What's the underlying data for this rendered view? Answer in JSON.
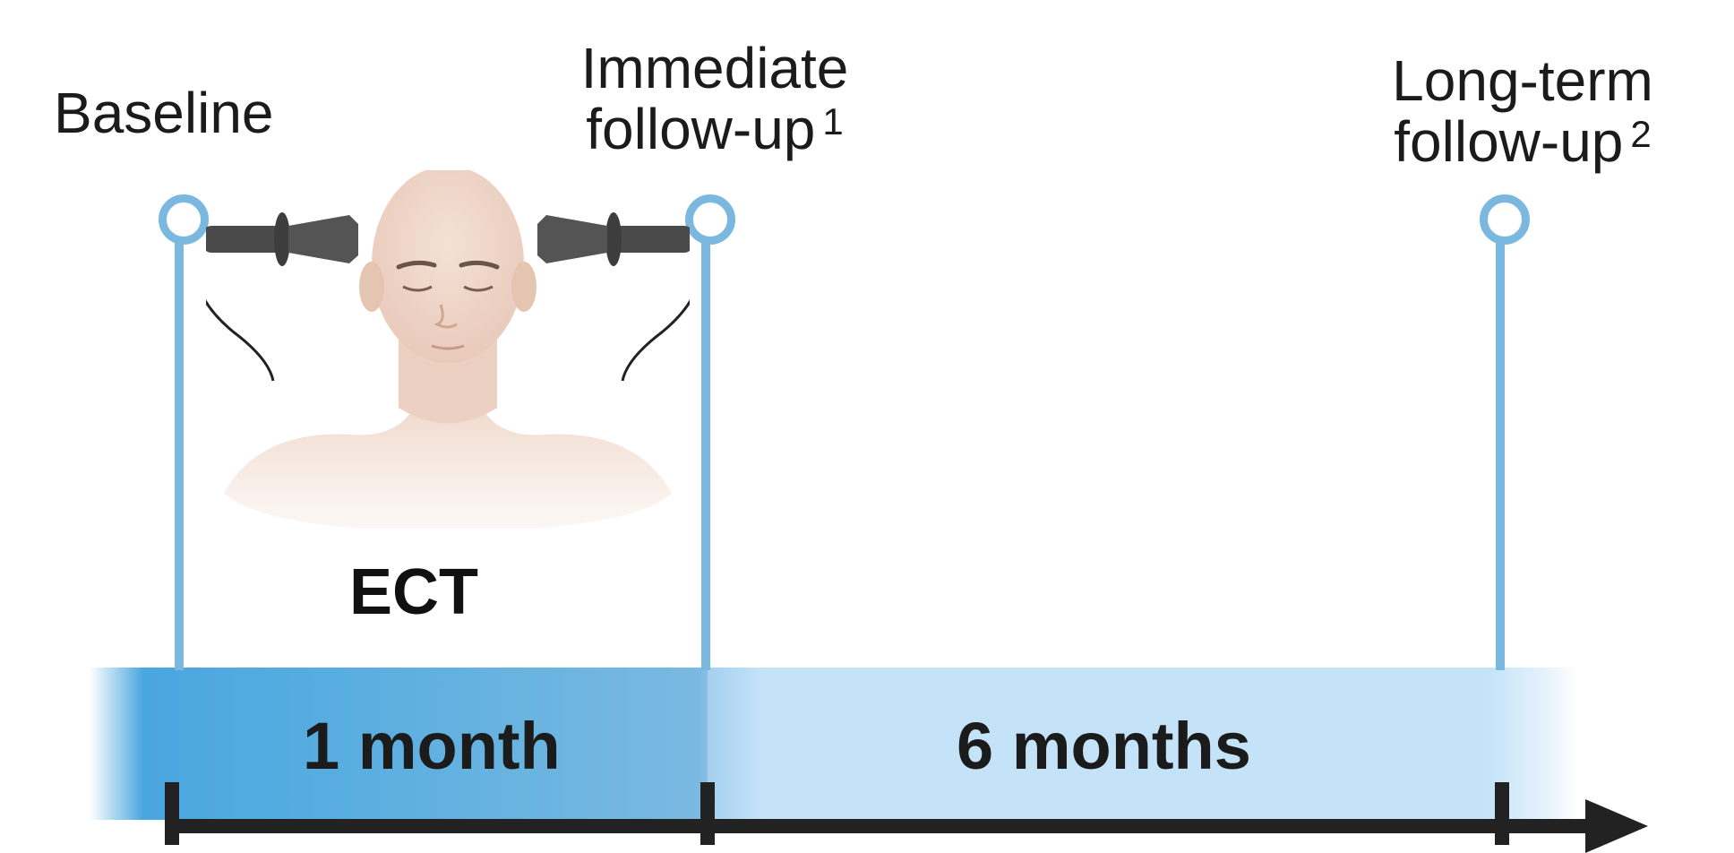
{
  "timepoints": [
    {
      "label": "Baseline",
      "superscript": ""
    },
    {
      "label_line1": "Immediate",
      "label_line2": "follow-up",
      "superscript": "1"
    },
    {
      "label_line1": "Long-term",
      "label_line2": "follow-up",
      "superscript": "2"
    }
  ],
  "intervention": {
    "label": "ECT"
  },
  "intervals": [
    {
      "label": "1 month"
    },
    {
      "label": "6 months"
    }
  ],
  "colors": {
    "marker": "#7ab8df",
    "interval_1": "#4aa6e0",
    "interval_2": "#c4e3f8",
    "axis": "#222222"
  }
}
